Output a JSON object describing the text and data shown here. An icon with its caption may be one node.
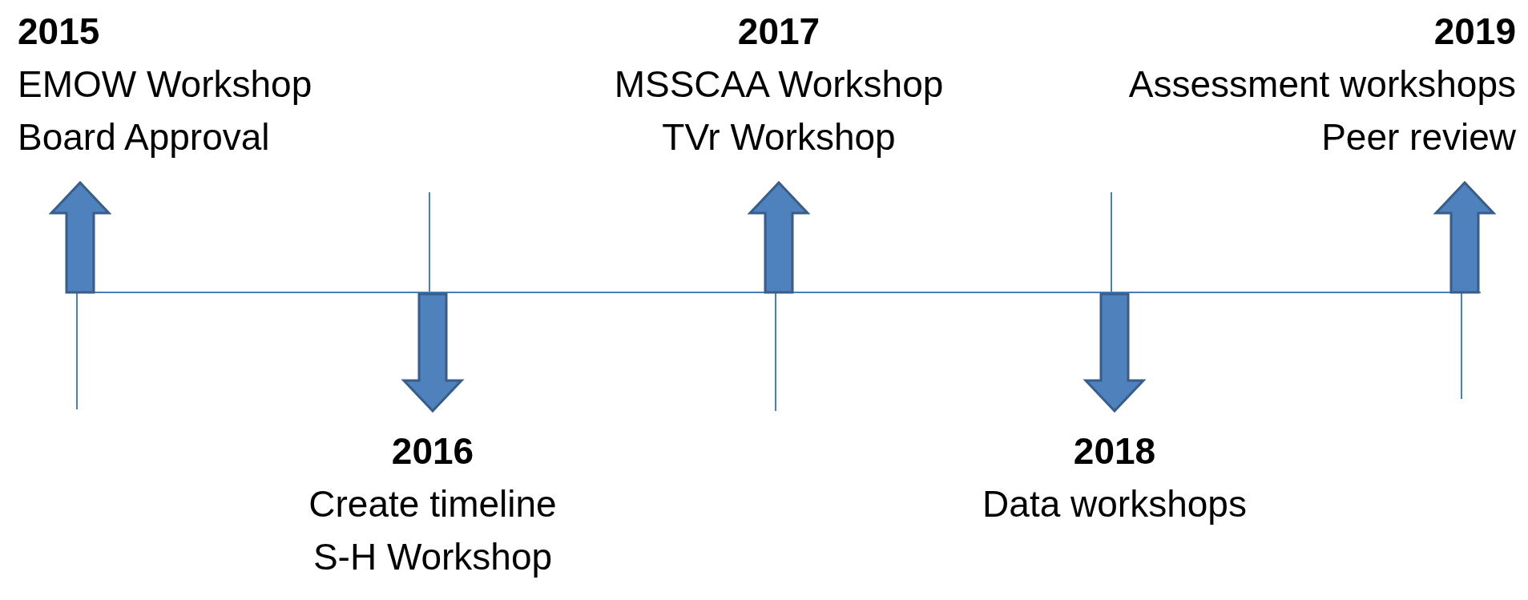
{
  "diagram": {
    "nodes": [
      {
        "text": [
          "2015",
          "EMOW Workshop",
          "Board Approval"
        ]
      },
      {
        "text": [
          "2016",
          "Create timeline",
          "S-H Workshop"
        ]
      },
      {
        "text": [
          "2017",
          "MSSCAA Workshop",
          "TVr Workshop"
        ]
      },
      {
        "text": [
          "2018",
          "Data workshops"
        ]
      },
      {
        "text": [
          "2019",
          "Assessment workshops",
          "Peer review"
        ]
      }
    ],
    "edges": [
      {
        "from": null,
        "to": 0,
        "arrow": "to"
      },
      {
        "from": null,
        "to": 1,
        "arrow": "to"
      },
      {
        "from": null,
        "to": 2,
        "arrow": "to"
      },
      {
        "from": null,
        "to": 3,
        "arrow": "to"
      },
      {
        "from": null,
        "to": 4,
        "arrow": "to"
      }
    ]
  }
}
